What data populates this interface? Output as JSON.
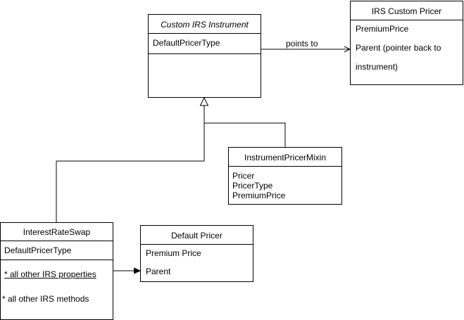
{
  "classes": {
    "custom_irs_instrument": {
      "title": "Custom IRS Instrument",
      "attributes": [
        "DefaultPricerType"
      ]
    },
    "irs_custom_pricer": {
      "title": "IRS Custom Pricer",
      "attributes": [
        "PremiumPrice",
        "Parent (pointer back to",
        "instrument)"
      ]
    },
    "instrument_pricer_mixin": {
      "title": "InstrumentPricerMixin",
      "attributes": [
        "Pricer",
        "PricerType",
        "PremiumPrice"
      ]
    },
    "interest_rate_swap": {
      "title": "InterestRateSwap",
      "attributes": [
        "DefaultPricerType"
      ],
      "members": [
        "* all other IRS properties",
        "* all other IRS methods"
      ]
    },
    "default_pricer": {
      "title": "Default Pricer",
      "attributes": [
        "Premium Price",
        "Parent"
      ]
    }
  },
  "edges": {
    "points_to_label": "points to"
  }
}
